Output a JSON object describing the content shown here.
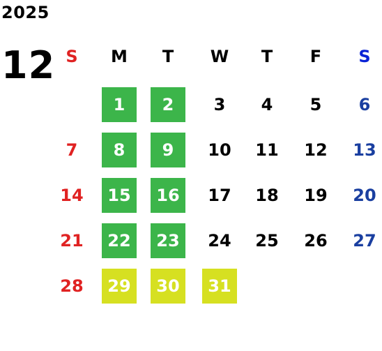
{
  "year": "2025",
  "month": "12",
  "weekdays": [
    "S",
    "M",
    "T",
    "W",
    "T",
    "F",
    "S"
  ],
  "weeks": [
    [
      "",
      "1",
      "2",
      "3",
      "4",
      "5",
      "6"
    ],
    [
      "7",
      "8",
      "9",
      "10",
      "11",
      "12",
      "13"
    ],
    [
      "14",
      "15",
      "16",
      "17",
      "18",
      "19",
      "20"
    ],
    [
      "21",
      "22",
      "23",
      "24",
      "25",
      "26",
      "27"
    ],
    [
      "28",
      "29",
      "30",
      "31",
      "",
      "",
      ""
    ]
  ],
  "highlights": {
    "green": [
      "1",
      "2",
      "8",
      "9",
      "15",
      "16",
      "22",
      "23"
    ],
    "yellow": [
      "29",
      "30",
      "31"
    ]
  },
  "colors": {
    "sunday": "#e02222",
    "saturday": "#1a3fa0",
    "saturday_header": "#0a23d6",
    "green": "#3cb54a",
    "yellow": "#d6e021"
  }
}
